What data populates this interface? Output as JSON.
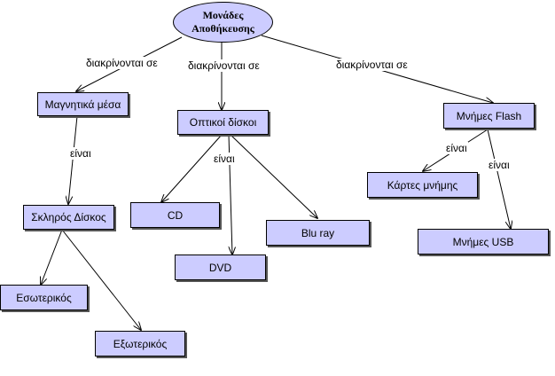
{
  "root": {
    "line1": "Μονάδες",
    "line2": "Αποθήκευσης"
  },
  "nodes": {
    "magnetic": "Μαγνητικά μέσα",
    "optical": "Οπτικοί δίσκοι",
    "flash": "Μνήμες Flash",
    "hard_disk": "Σκληρός Δίσκος",
    "cd": "CD",
    "dvd": "DVD",
    "bluray": "Blu ray",
    "memory_cards": "Κάρτες μνήμης",
    "usb": "Μνήμες USB",
    "internal": "Εσωτερικός",
    "external": "Εξωτερικός"
  },
  "edge_labels": {
    "distinguished_into": "διακρίνονται σε",
    "are": "είναι"
  }
}
